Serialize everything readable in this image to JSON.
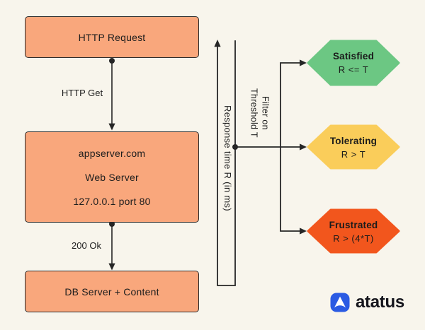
{
  "background_color": "#F8F5EC",
  "colors": {
    "box_fill": "#F9A77C",
    "box_border": "#2B2B2B",
    "wire": "#262626",
    "text": "#1D1D1D"
  },
  "flow": {
    "request_box": {
      "label": "HTTP Request"
    },
    "server_box": {
      "line1": "appserver.com",
      "line2": "Web Server",
      "line3": "127.0.0.1 port 80"
    },
    "db_box": {
      "label": "DB Server + Content"
    },
    "edge1_label": "HTTP Get",
    "edge2_label": "200 Ok"
  },
  "response_axis": {
    "label": "Response time R (in ms)"
  },
  "filter": {
    "line1": "Filter on",
    "line2": "Threshold T"
  },
  "hexagons": [
    {
      "title": "Satisfied",
      "condition": "R <= T",
      "color": "#6CC783"
    },
    {
      "title": "Tolerating",
      "condition": "R > T",
      "color": "#FACD5A"
    },
    {
      "title": "Frustrated",
      "condition": "R > (4*T)",
      "color": "#F2561D"
    }
  ],
  "logo": {
    "wordmark": "atatus",
    "icon_color": "#2B5BE3"
  }
}
